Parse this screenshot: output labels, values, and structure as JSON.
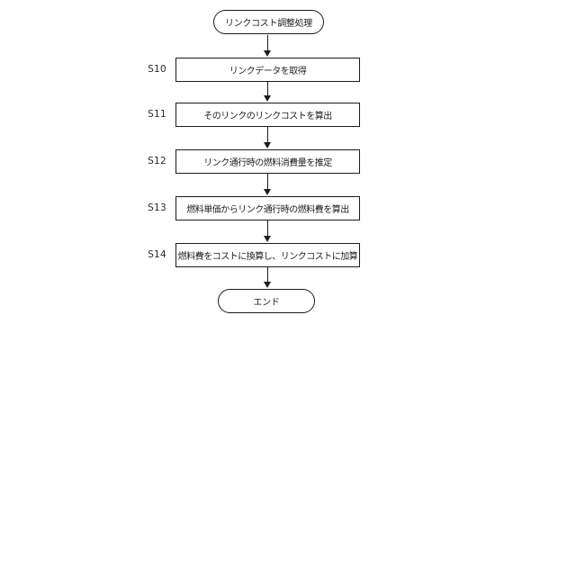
{
  "flowchart": {
    "start": {
      "label": "リンクコスト調整処理"
    },
    "steps": [
      {
        "id": "S10",
        "label": "リンクデータを取得"
      },
      {
        "id": "S11",
        "label": "そのリンクのリンクコストを算出"
      },
      {
        "id": "S12",
        "label": "リンク通行時の燃料消費量を推定"
      },
      {
        "id": "S13",
        "label": "燃料単価からリンク通行時の燃料費を算出"
      },
      {
        "id": "S14",
        "label": "燃料費をコストに換算し、リンクコストに加算"
      }
    ],
    "end": {
      "label": "エンド"
    },
    "colors": {
      "line": "#1c1c1c",
      "background": "#ffffff",
      "text": "#1f1f1f"
    }
  }
}
